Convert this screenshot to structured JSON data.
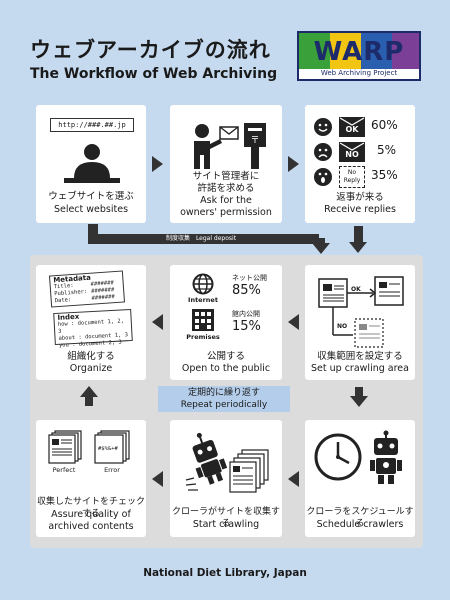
{
  "header": {
    "title_jp": "ウェブアーカイブの流れ",
    "title_en": "The Workflow of Web Archiving"
  },
  "logo": {
    "word": "WARP",
    "sub": "Web Archiving Project",
    "colors": [
      "#3aa13a",
      "#f3c513",
      "#2a5fb0",
      "#7b3f98"
    ]
  },
  "steps": {
    "select": {
      "url": "http://###.##.jp",
      "jp": "ウェブサイトを選ぶ",
      "en": "Select websites"
    },
    "permission": {
      "jp": "サイト管理者に",
      "jp2": "許諾を求める",
      "en": "Ask for the",
      "en2": "owners' permission"
    },
    "replies": {
      "jp": "返事が来る",
      "en": "Receive replies",
      "items": [
        {
          "badge": "OK",
          "pct": "60%"
        },
        {
          "badge": "NO",
          "pct": "5%"
        },
        {
          "badge": "No\nReply",
          "pct": "35%"
        }
      ]
    },
    "legal": {
      "jp": "制度収集",
      "en": "Legal deposit"
    },
    "organize": {
      "jp": "組織化する",
      "en": "Organize",
      "meta_title": "Metadata",
      "meta_rows": [
        [
          "Title:",
          "#######"
        ],
        [
          "Publisher:",
          "#######"
        ],
        [
          "Date:",
          "#######"
        ]
      ],
      "index_title": "Index",
      "index_rows": [
        [
          "how :",
          "document 1, 2, 3"
        ],
        [
          "about :",
          "document 1, 3"
        ],
        [
          "you :",
          "document 2, 3"
        ]
      ]
    },
    "open": {
      "jp": "公開する",
      "en": "Open to the public",
      "internet_label": "Internet",
      "internet_jp": "ネット公開",
      "internet_pct": "85%",
      "premises_label": "Premises",
      "premises_jp": "館内公開",
      "premises_pct": "15%"
    },
    "setup": {
      "jp": "収集範囲を設定する",
      "en": "Set up crawling area",
      "ok": "OK",
      "no": "NO"
    },
    "repeat": {
      "jp": "定期的に繰り返す",
      "en": "Repeat periodically"
    },
    "assure": {
      "jp": "収集したサイトをチェックする",
      "en": "Assure quality of",
      "en2": "archived contents",
      "perfect": "Perfect",
      "error": "Error",
      "garble": "#$%&+#"
    },
    "crawl": {
      "jp": "クローラがサイトを収集する",
      "en": "Start crawling"
    },
    "schedule": {
      "jp": "クローラをスケジュールする",
      "en": "Schedule crawlers"
    }
  },
  "footer": "National Diet Library, Japan"
}
